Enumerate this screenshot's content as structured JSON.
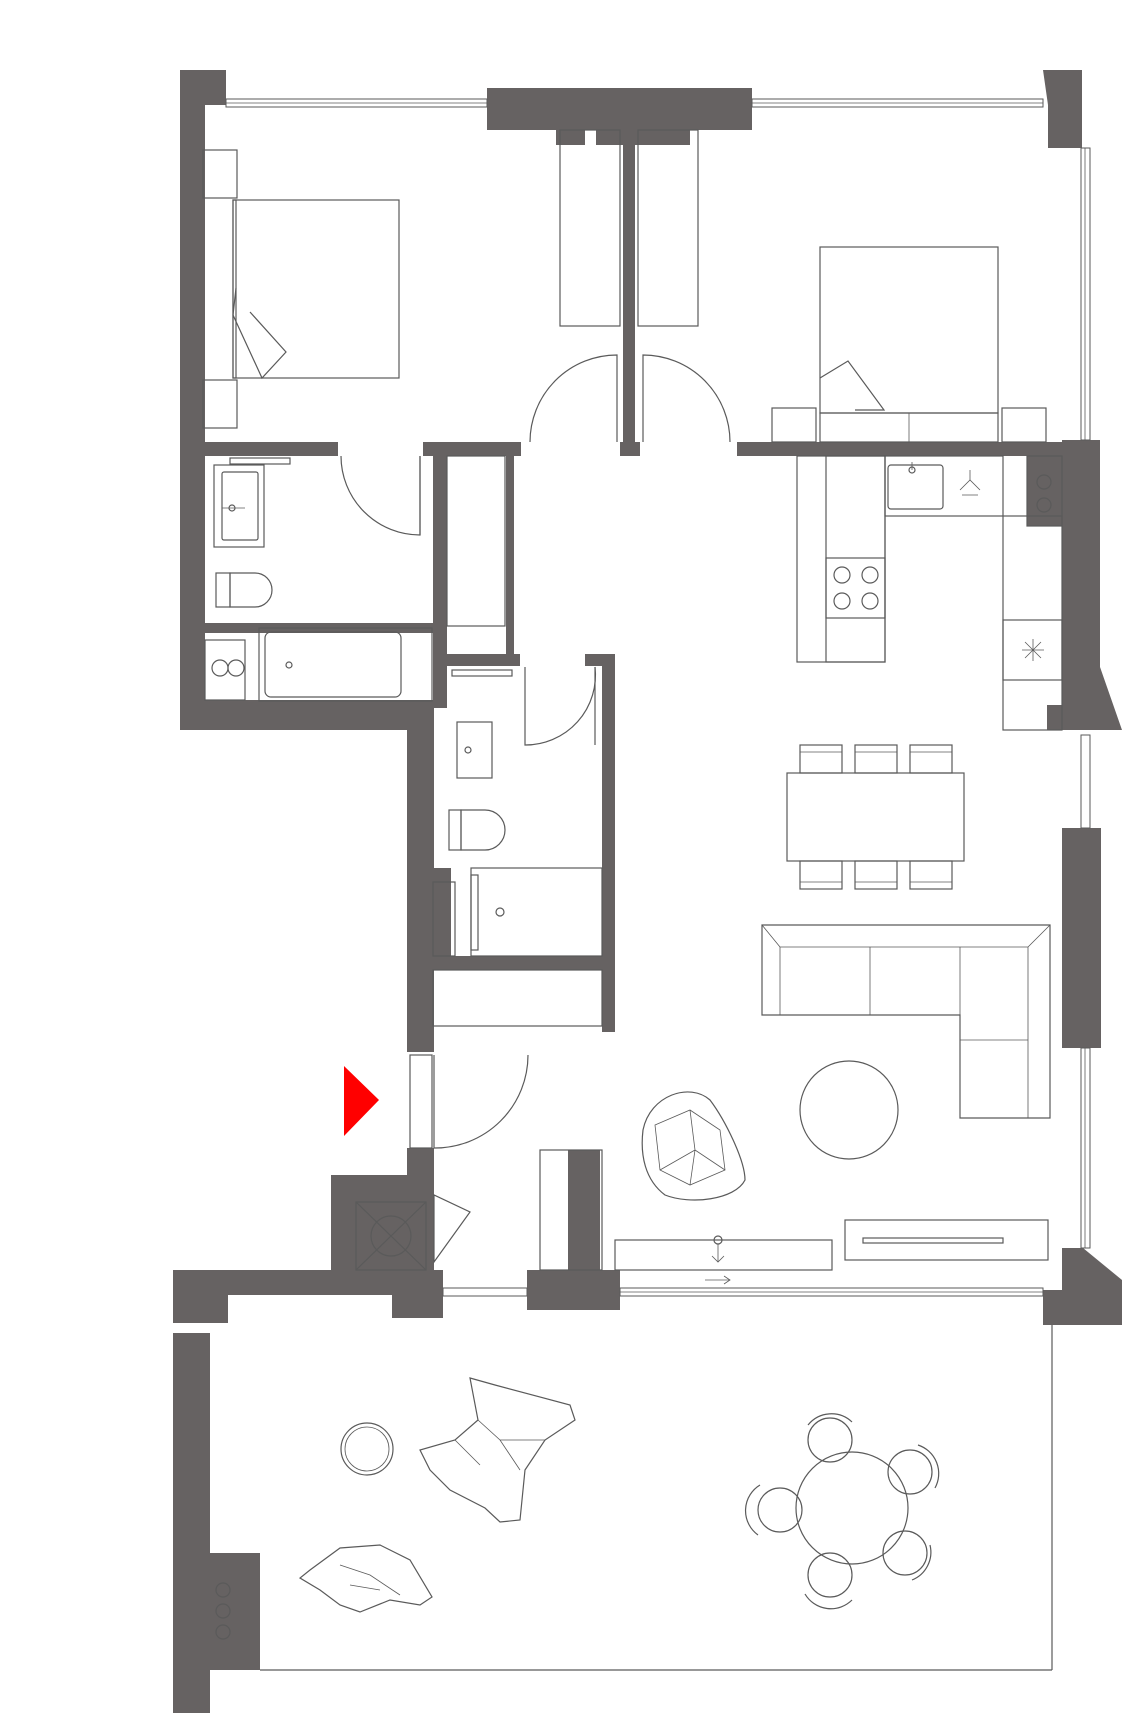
{
  "colors": {
    "wall": "#666262",
    "line": "#5a5a5a",
    "background": "#ffffff",
    "entrance_marker": "#ff0000"
  },
  "icons": {
    "entrance": "red-triangle-arrow",
    "extractor": "square-x-circle",
    "hob": "four-burner-hob",
    "fridge": "snowflake-asterisk",
    "tap": "sink-tap"
  }
}
